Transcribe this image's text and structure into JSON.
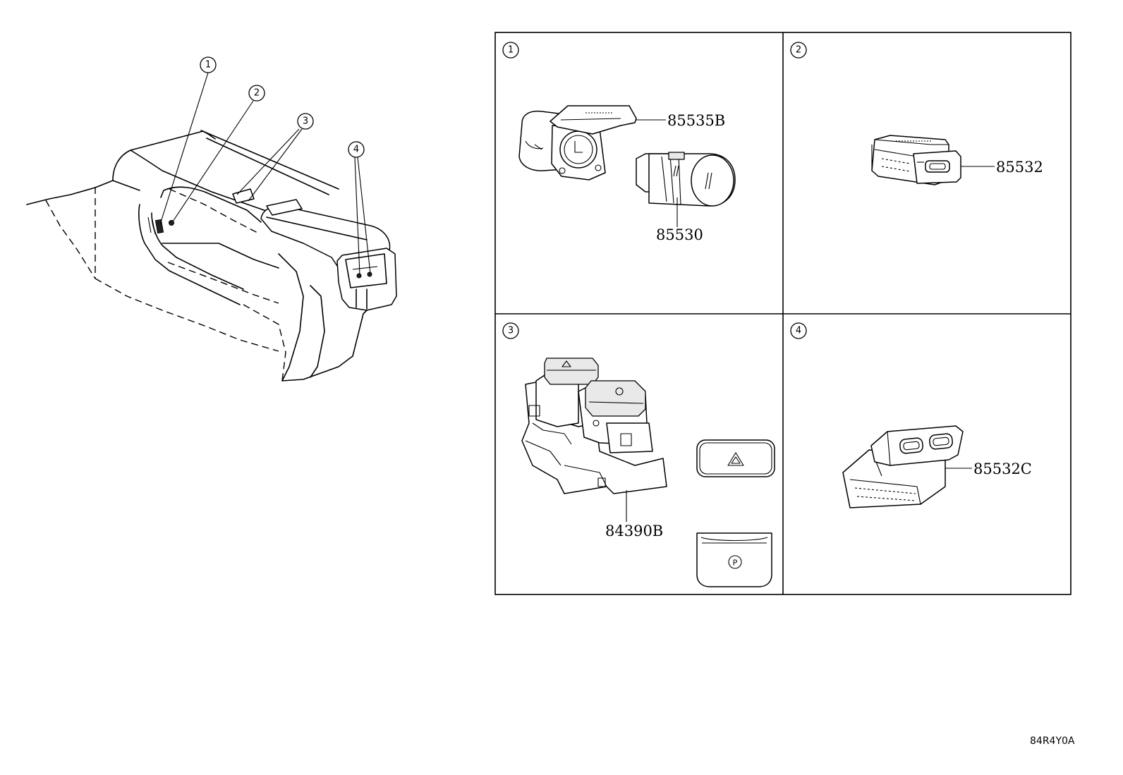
{
  "overview": {
    "callouts": [
      "1",
      "2",
      "3",
      "4"
    ]
  },
  "panels": [
    {
      "id": "1",
      "parts": [
        "85535B",
        "85530"
      ]
    },
    {
      "id": "2",
      "parts": [
        "85532"
      ]
    },
    {
      "id": "3",
      "parts": [
        "84390B"
      ]
    },
    {
      "id": "4",
      "parts": [
        "85532C"
      ]
    }
  ],
  "icons": {
    "hazard_button": "hazard-triangle-icon",
    "parking_brake_button": "parking-brake-p-icon"
  },
  "diagram_ref": "84R4Y0A"
}
